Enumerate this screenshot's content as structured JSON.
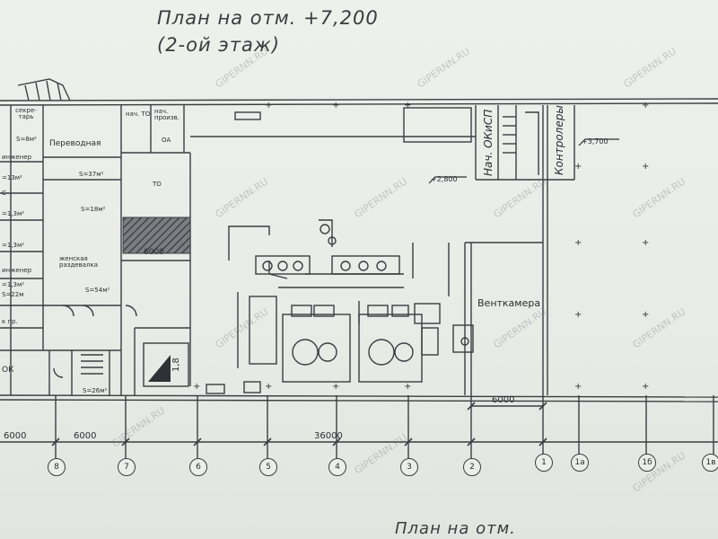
{
  "title": {
    "line1": "План на отм. +7,200",
    "line2": "(2-ой этаж)",
    "bottom": "План на отм."
  },
  "rooms": {
    "sekretar": "секре- тарь",
    "nach_to": "нач. ТО",
    "nach_proizv": "нач. произв.",
    "oa": "ОА",
    "perevodnaya": "Переводная",
    "to": "ТО",
    "zhenskaya": "женская раздевалка",
    "ventkamera": "Венткамера",
    "nach_okisp": "Нач. ОКиСП",
    "kontrolery": "Контролеры",
    "inzhener": "инженер",
    "kpp": "к пр.",
    "ok": "ОК",
    "s": "С"
  },
  "areas": [
    "S=8м²",
    "S=37м²",
    "S=18м²",
    "S=54м²",
    "S=26м²",
    "S=22м",
    "=13м²",
    "=1,3м²",
    "=1,3м²",
    "=1,3м²"
  ],
  "elevations": [
    "+2,800",
    "+3,700"
  ],
  "dims": {
    "d6000_left": "6000",
    "d6000_left2": "6000",
    "d6000_mid": "6000",
    "d6000_right": "6000",
    "d36000": "36000",
    "stair_h": "1,8"
  },
  "axes": [
    "8",
    "7",
    "6",
    "5",
    "4",
    "3",
    "2",
    "1",
    "1а",
    "1б",
    "1в"
  ],
  "watermark": "GIPERNN.RU",
  "colors": {
    "paper": "#e9ece8",
    "line": "#3b3d42",
    "hatch": "#3e4046"
  }
}
